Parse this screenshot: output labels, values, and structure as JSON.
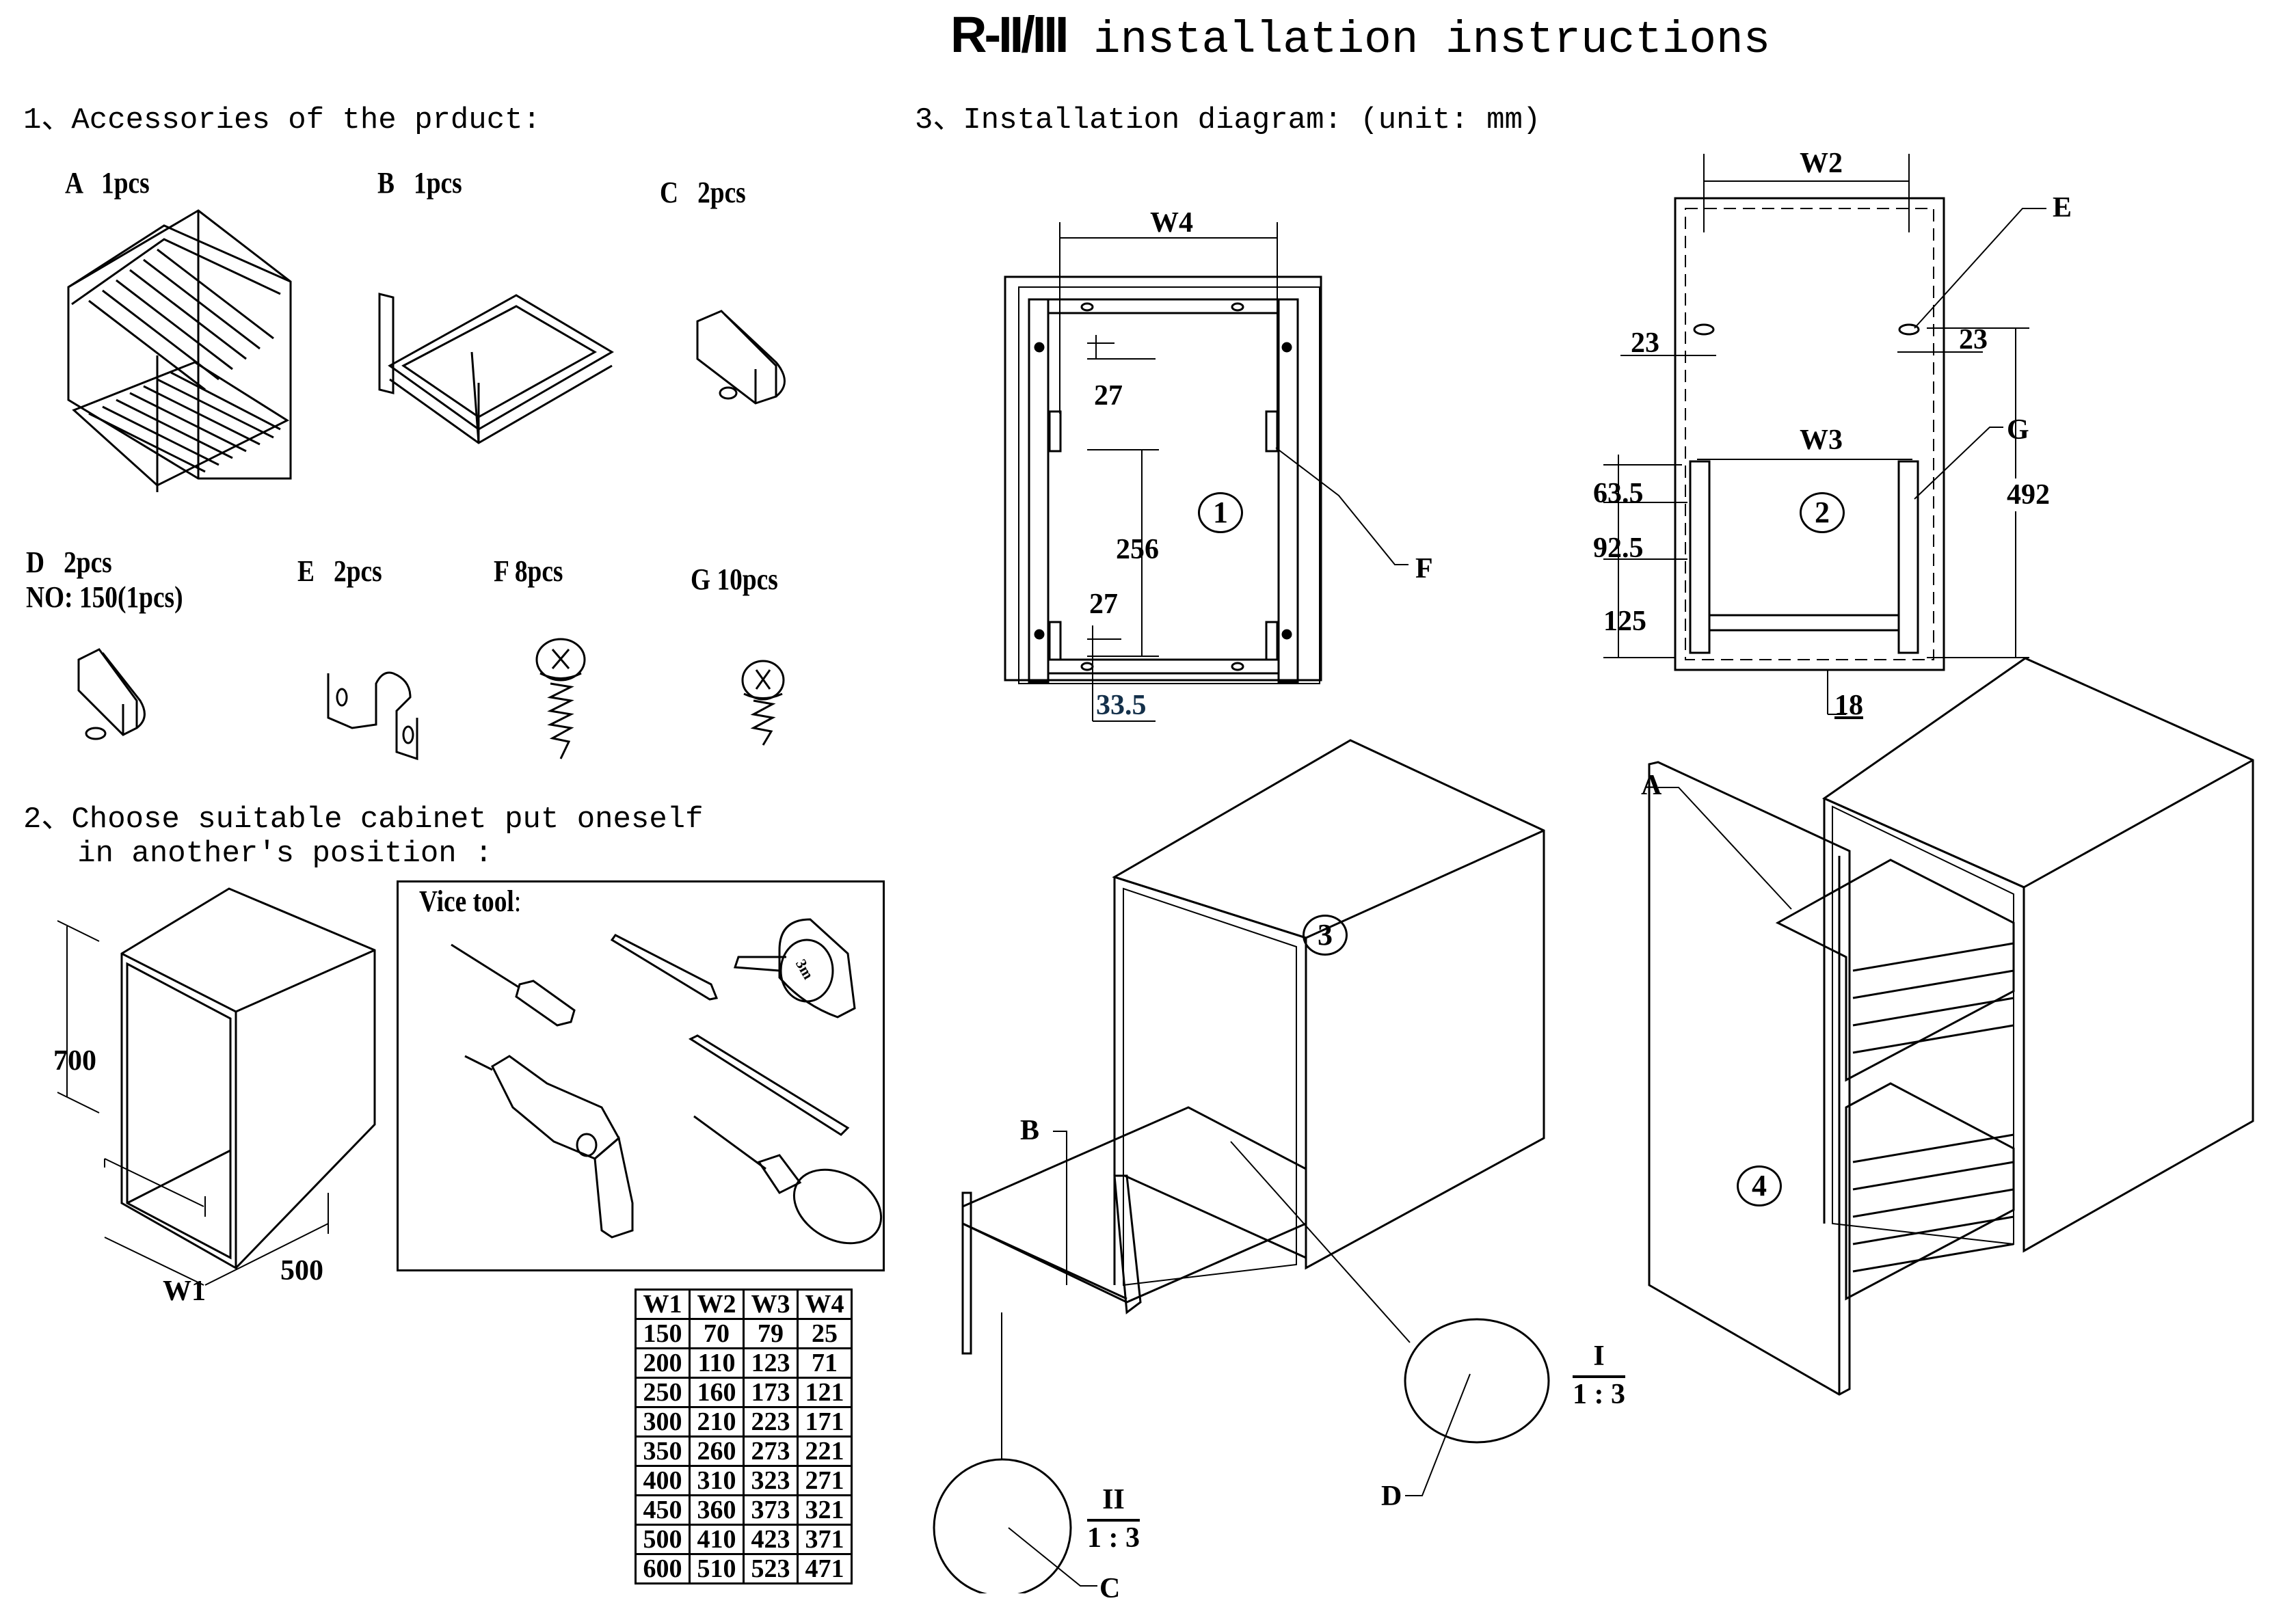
{
  "document": {
    "title_model": "R-II/III",
    "title_text": " installation instructions"
  },
  "section1": {
    "heading": "1、Accessories of the prduct:",
    "accessories": [
      {
        "letter": "A",
        "qty": "1pcs",
        "icon": "pull-out-basket-icon"
      },
      {
        "letter": "B",
        "qty": "1pcs",
        "icon": "slide-frame-icon"
      },
      {
        "letter": "C",
        "qty": "2pcs",
        "icon": "clip-icon"
      },
      {
        "letter": "D",
        "qty": "2pcs",
        "note": "NO: 150(1pcs)",
        "icon": "clip-icon"
      },
      {
        "letter": "E",
        "qty": "2pcs",
        "icon": "bracket-icon"
      },
      {
        "letter": "F",
        "qty": "8pcs",
        "icon": "screw-icon"
      },
      {
        "letter": "G",
        "qty": "10pcs",
        "icon": "screw-icon"
      }
    ]
  },
  "section2": {
    "heading_line1": "2、Choose suitable cabinet put oneself",
    "heading_line2": "   in another's position :",
    "cabinet_dims": {
      "height": "700",
      "width": "W1",
      "depth": "500"
    },
    "tools_title": "Vice tool",
    "tools_colon": ":",
    "tools": [
      "screwdriver-icon",
      "pencil-icon",
      "tape-measure-icon",
      "drill-icon",
      "ruler-icon",
      "awl-icon"
    ],
    "tape_label": "3m"
  },
  "spec_table": {
    "headers": [
      "W1",
      "W2",
      "W3",
      "W4"
    ],
    "rows": [
      [
        "150",
        "70",
        "79",
        "25"
      ],
      [
        "200",
        "110",
        "123",
        "71"
      ],
      [
        "250",
        "160",
        "173",
        "121"
      ],
      [
        "300",
        "210",
        "223",
        "171"
      ],
      [
        "350",
        "260",
        "273",
        "221"
      ],
      [
        "400",
        "310",
        "323",
        "271"
      ],
      [
        "450",
        "360",
        "373",
        "321"
      ],
      [
        "500",
        "410",
        "423",
        "371"
      ],
      [
        "600",
        "510",
        "523",
        "471"
      ]
    ]
  },
  "section3": {
    "heading": "3、Installation diagram: (unit: mm)",
    "diagram1": {
      "step": "1",
      "width_label": "W4",
      "dims": [
        "27",
        "256",
        "27",
        "33.5"
      ],
      "callout": "F"
    },
    "diagram2": {
      "step": "2",
      "top_width_label": "W2",
      "inner_width_label": "W3",
      "dims_left": [
        "23",
        "63.5",
        "92.5",
        "125"
      ],
      "dims_right": [
        "23",
        "492"
      ],
      "bottom_dim": "18",
      "callouts": [
        "E",
        "G"
      ]
    },
    "diagram3": {
      "step": "3",
      "callouts": [
        "B",
        "D",
        "C"
      ],
      "detail_I": {
        "label": "I",
        "scale": "1 : 3"
      },
      "detail_II": {
        "label": "II",
        "scale": "1 : 3"
      }
    },
    "diagram4": {
      "step": "4",
      "callout": "A"
    }
  }
}
